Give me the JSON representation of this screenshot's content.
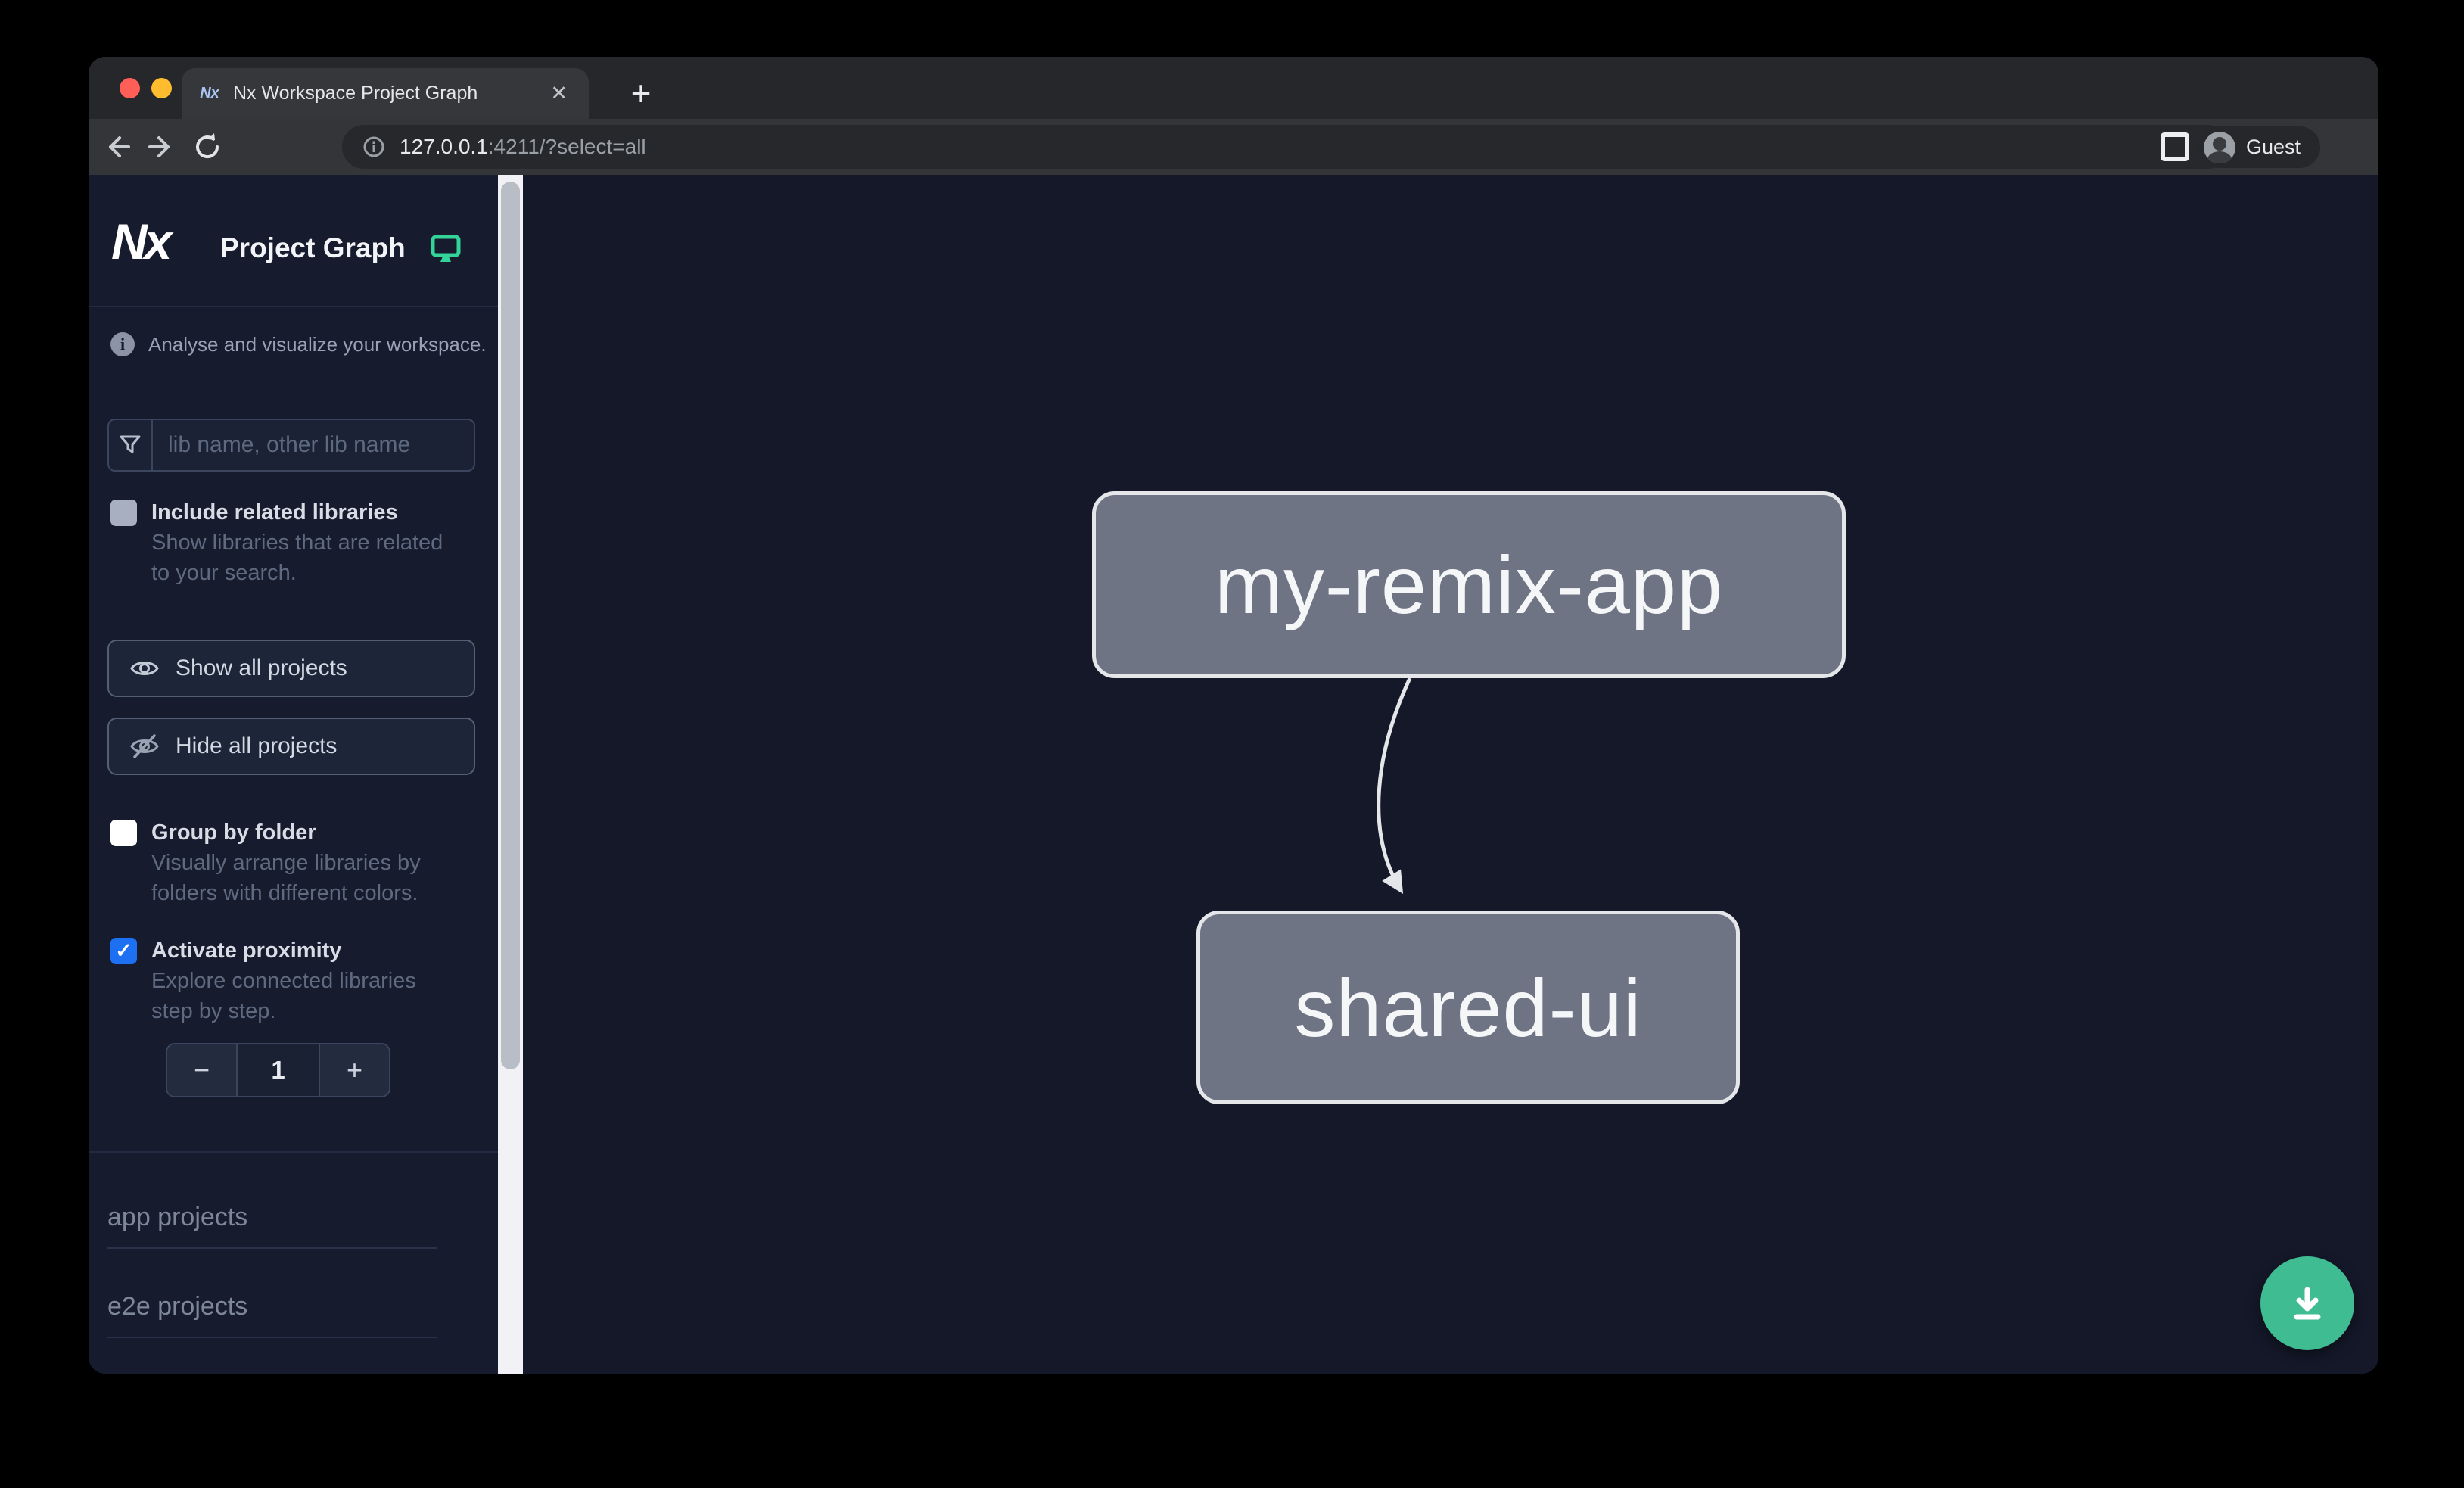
{
  "window": {
    "tab_title": "Nx Workspace Project Graph",
    "tab_favicon_text": "Nx",
    "close_tab_glyph": "✕",
    "new_tab_glyph": "+",
    "url_host": "127.0.0.1",
    "url_rest": ":4211/?select=all",
    "profile_label": "Guest",
    "menu_glyph": "⋮"
  },
  "sidebar": {
    "logo_text": "Nx",
    "title": "Project Graph",
    "tagline": "Analyse and visualize your workspace.",
    "search_placeholder": "lib name, other lib name",
    "filters": [
      {
        "label": "Include related libraries",
        "description": "Show libraries that are related to your search.",
        "checked": false
      },
      {
        "label": "Group by folder",
        "description": "Visually arrange libraries by folders with different colors.",
        "checked": false
      },
      {
        "label": "Activate proximity",
        "description": "Explore connected libraries step by step.",
        "checked": true
      }
    ],
    "check_glyph": "✓",
    "show_all_label": "Show all projects",
    "hide_all_label": "Hide all projects",
    "stepper": {
      "decrement": "−",
      "value": "1",
      "increment": "+"
    },
    "sections": [
      {
        "label": "app projects"
      },
      {
        "label": "e2e projects"
      }
    ]
  },
  "graph": {
    "nodes": [
      {
        "label": "my-remix-app"
      },
      {
        "label": "shared-ui"
      }
    ],
    "edges": [
      {
        "source": "my-remix-app",
        "target": "shared-ui"
      }
    ]
  },
  "icons": {
    "filter": "funnel-icon",
    "show_all": "eye-icon",
    "hide_all": "eye-off-icon",
    "header": "monitor-icon",
    "tagline": "info-icon",
    "fab": "download-icon"
  },
  "colors": {
    "accent_blue": "#1d70f2",
    "fab_green": "#40bc92",
    "monitor_green": "#34d399",
    "node_fill": "#6e7484",
    "node_border": "#e5e6ea",
    "canvas_bg": "#151829",
    "sidebar_bg": "#161b2e"
  }
}
